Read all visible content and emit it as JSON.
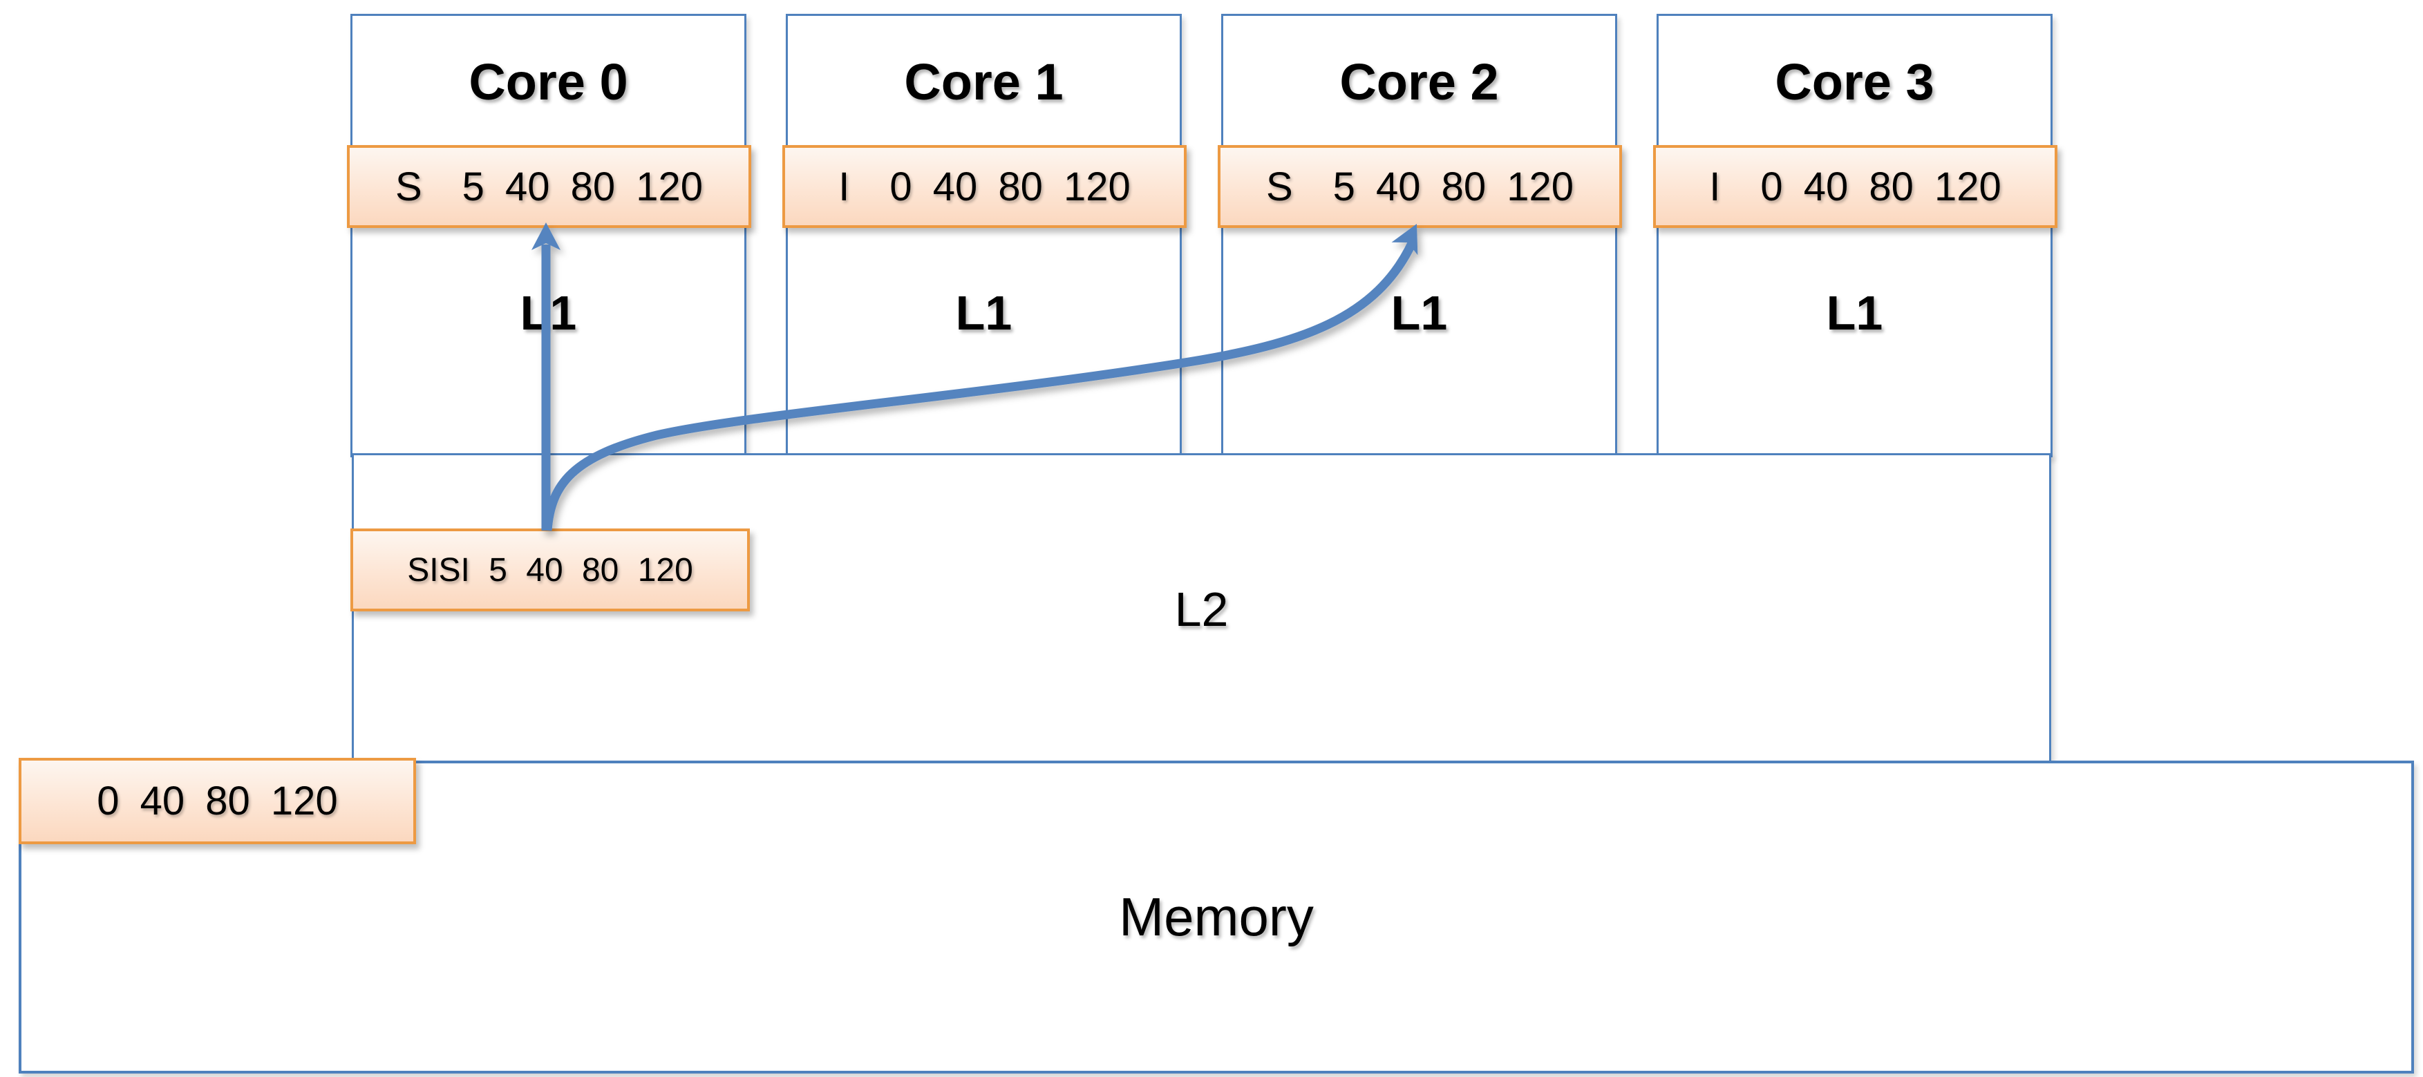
{
  "diagram": {
    "title_semantics": "Multicore cache hierarchy with cache coherence states",
    "cores": [
      {
        "title": "Core 0",
        "cache_label": "L1",
        "line": {
          "state": "S",
          "values": "5 40 80 120"
        }
      },
      {
        "title": "Core 1",
        "cache_label": "L1",
        "line": {
          "state": "I",
          "values": "0 40 80 120"
        }
      },
      {
        "title": "Core 2",
        "cache_label": "L1",
        "line": {
          "state": "S",
          "values": "5 40 80 120"
        }
      },
      {
        "title": "Core 3",
        "cache_label": "L1",
        "line": {
          "state": "I",
          "values": "0 40 80 120"
        }
      }
    ],
    "l2": {
      "label": "L2",
      "line_text": "SISI 5 40 80 120"
    },
    "memory": {
      "label": "Memory",
      "line_text": "0 40 80 120"
    },
    "arrows": [
      {
        "from": "l2-cache-line",
        "to": "core-0-cache-line",
        "style": "straight"
      },
      {
        "from": "l2-cache-line",
        "to": "core-2-cache-line",
        "style": "curved"
      }
    ],
    "colors": {
      "box_border_blue": "#4f81bd",
      "arrow_blue": "#5584bf",
      "orange_border": "#ed9a43",
      "orange_fill_top": "#fdf6f0",
      "orange_fill_bottom": "#fbd8bf"
    }
  }
}
